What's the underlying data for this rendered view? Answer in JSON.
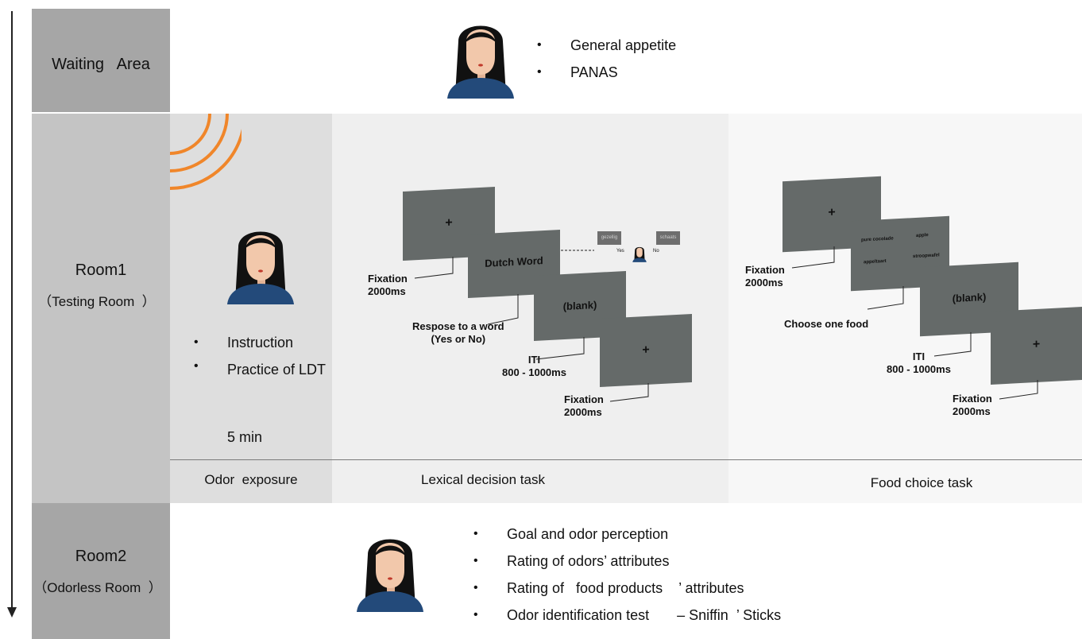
{
  "timeline": {
    "arrow": "down-arrow"
  },
  "stages": [
    {
      "name": "Waiting   Area"
    },
    {
      "name": "Room1",
      "sub": "（Testing Room  ）"
    },
    {
      "name": "Room2",
      "sub": "（Odorless Room  ）"
    }
  ],
  "waiting_area": {
    "items": [
      "General appetite",
      "PANAS"
    ]
  },
  "odor_exposure": {
    "items": [
      "Instruction",
      "Practice of LDT"
    ],
    "duration": "5 min",
    "label": "Odor  exposure"
  },
  "lexical_task": {
    "label": "Lexical decision task",
    "screens": [
      "+",
      "Dutch Word",
      "(blank)",
      "+"
    ],
    "annotations": {
      "fixation1": [
        "Fixation",
        "2000ms"
      ],
      "response": [
        "Respose to a word",
        "(Yes or No)"
      ],
      "iti": [
        "ITI",
        "800 - 1000ms"
      ],
      "fixation2": [
        "Fixation",
        "2000ms"
      ]
    },
    "response_keys": {
      "left": "gezellig",
      "right": "schaats",
      "yes": "Yes",
      "no": "No"
    }
  },
  "food_choice_task": {
    "label": "Food choice task",
    "screens": [
      "+",
      "",
      "(blank)",
      "+"
    ],
    "foods": [
      "pure cocolade",
      "apple",
      "appeltaart",
      "stroopwafel"
    ],
    "annotations": {
      "fixation1": [
        "Fixation",
        "2000ms"
      ],
      "choose": [
        "Choose one food"
      ],
      "iti": [
        "ITI",
        "800 - 1000ms"
      ],
      "fixation2": [
        "Fixation",
        "2000ms"
      ]
    }
  },
  "room2": {
    "items": [
      "Goal and odor perception",
      "Rating of odors’ attributes",
      "Rating of   food products    ’ attributes",
      "Odor identification test       – Sniffin  ’ Sticks"
    ]
  },
  "colors": {
    "label_band": "#a6a6a6",
    "odor_panel": "#dedede",
    "lexical_panel": "#efefef",
    "food_panel": "#f7f7f7",
    "screen": "#656a69",
    "odor_arcs": "#f0862a",
    "shirt": "#234a7a"
  }
}
